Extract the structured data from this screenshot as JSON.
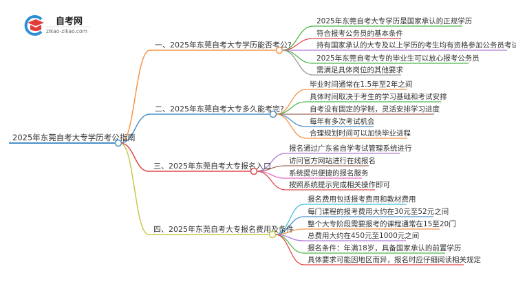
{
  "logo": {
    "title": "自考网",
    "url": "zikao-zikao.com"
  },
  "root": {
    "label": "2025年东莞自考大专学历考公指南",
    "color": "#4a90c8"
  },
  "branches": [
    {
      "label": "一、2025年东莞自考大专学历能否考公?",
      "color": "#f5954a",
      "leaves": [
        {
          "label": "2025年东莞自考大专学历是国家承认的正规学历",
          "color": "#4cb84c"
        },
        {
          "label": "符合报考公务员的基本条件",
          "color": "#e04848"
        },
        {
          "label": "持有国家承认的大专及以上学历的考生均有资格参加公务员考试",
          "color": "#b07ad8"
        },
        {
          "label": "2025年东莞自考大专的毕业生可以放心报考公务员",
          "color": "#4cb84c"
        },
        {
          "label": "需满足具体岗位的其他要求",
          "color": "#999999"
        }
      ]
    },
    {
      "label": "二、2025年东莞自考大专多久能考完?",
      "color": "#4a90c8",
      "leaves": [
        {
          "label": "毕业时间通常在1.5年至2年之间",
          "color": "#f5954a"
        },
        {
          "label": "具体时间取决于考生的学习基础和考试安排",
          "color": "#4cb84c"
        },
        {
          "label": "自考没有固定的学制，灵活安排学习进度",
          "color": "#a0685a"
        },
        {
          "label": "每年有多次考试机会",
          "color": "#4a90c8"
        },
        {
          "label": "合理规划时间可以加快毕业进程",
          "color": "#f5954a"
        }
      ]
    },
    {
      "label": "三、2025年东莞自考大专报名入口",
      "color": "#e04848",
      "leaves": [
        {
          "label": "报名通过广东省自学考试管理系统进行",
          "color": "#b07ad8"
        },
        {
          "label": "访问官方网站进行在线报名",
          "color": "#a0685a"
        },
        {
          "label": "系统提供便捷的报名服务",
          "color": "#e86cc8"
        },
        {
          "label": "按照系统提示完成相关操作即可",
          "color": "#e04848"
        }
      ]
    },
    {
      "label": "四、2025年东莞自考大专报名费用及条件",
      "color": "#c8c84a",
      "leaves": [
        {
          "label": "报名费用包括报考费用和教材费用",
          "color": "#40c0d8"
        },
        {
          "label": "每门课程的报考费用大约在30元至52元之间",
          "color": "#4a90c8"
        },
        {
          "label": "整个大专阶段需要报考的课程通常在15至20门",
          "color": "#f5954a"
        },
        {
          "label": "总费用大约在450元至1000元之间",
          "color": "#b07ad8"
        },
        {
          "label": "报名条件：年满18岁，具备国家承认的前置学历",
          "color": "#4cb84c"
        },
        {
          "label": "具体要求可能因地区而异，报名时应仔细阅读相关规定",
          "color": "#e04848"
        }
      ]
    }
  ]
}
